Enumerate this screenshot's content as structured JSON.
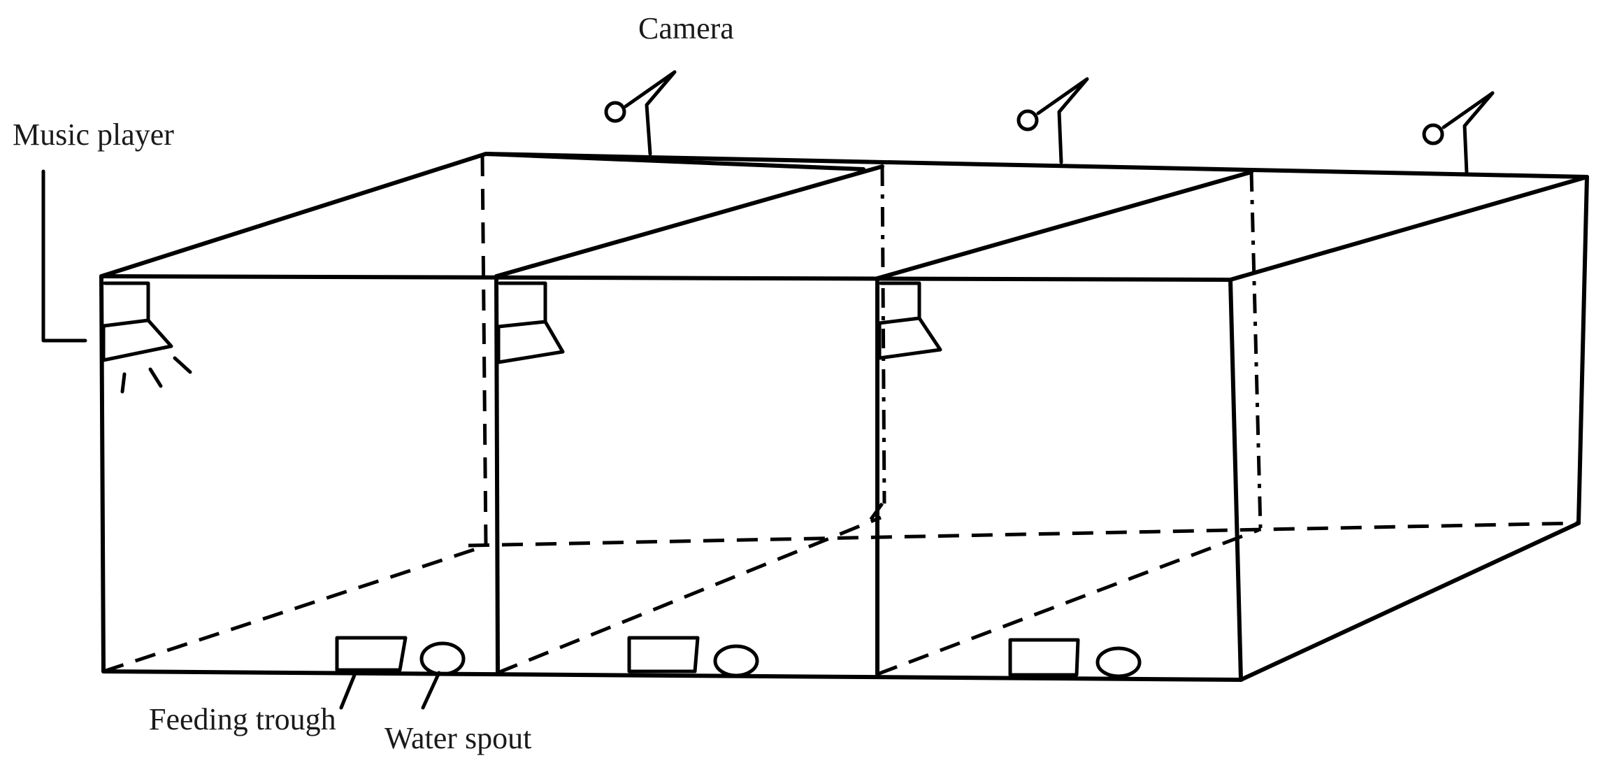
{
  "labels": {
    "camera": "Camera",
    "music_player": "Music player",
    "feeding_trough": "Feeding trough",
    "water_spout": "Water spout"
  },
  "colors": {
    "line": "#000000",
    "background": "#ffffff",
    "text": "#1a1a1a"
  },
  "icons": [
    "camera-icon",
    "speaker-icon",
    "feeding-trough-icon",
    "water-spout-icon"
  ]
}
